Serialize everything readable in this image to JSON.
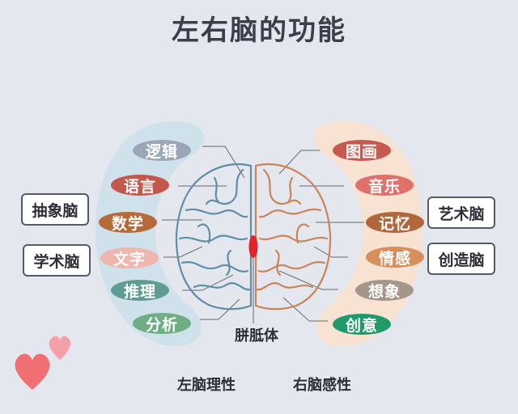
{
  "title": "左右脑的功能",
  "left_pills": [
    {
      "label": "逻辑",
      "color": "#9ba7b9"
    },
    {
      "label": "语言",
      "color": "#c4584b"
    },
    {
      "label": "数学",
      "color": "#b66a39"
    },
    {
      "label": "文字",
      "color": "#f0b6ae"
    },
    {
      "label": "推理",
      "color": "#5e9c94"
    },
    {
      "label": "分析",
      "color": "#6fae84"
    }
  ],
  "right_pills": [
    {
      "label": "图画",
      "color": "#c65a4f"
    },
    {
      "label": "音乐",
      "color": "#e0716a"
    },
    {
      "label": "记忆",
      "color": "#b1673b"
    },
    {
      "label": "情感",
      "color": "#d68e5b"
    },
    {
      "label": "想象",
      "color": "#a4968b"
    },
    {
      "label": "创意",
      "color": "#1f9a6b"
    }
  ],
  "left_boxes": [
    "抽象脑",
    "学术脑"
  ],
  "right_boxes": [
    "艺术脑",
    "创造脑"
  ],
  "corpus_label": "胼胝体",
  "bottom_left": "左脑理性",
  "bottom_right": "右脑感性",
  "colors": {
    "left_band": "#cfe1ea",
    "right_band": "#f8e2d2",
    "left_brain": "#5f8ea8",
    "right_brain": "#c9855a",
    "corpus": "#e0242c"
  }
}
